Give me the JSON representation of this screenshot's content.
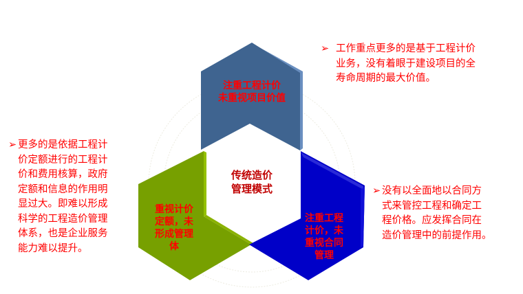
{
  "diagram": {
    "center": {
      "title_line1": "传统造价",
      "title_line2": "管理模式"
    },
    "segments": [
      {
        "id": "top",
        "color": "#3f6490",
        "lines": [
          "注重工程计价",
          "未重视项目价值"
        ]
      },
      {
        "id": "bottom-left",
        "color": "#77a000",
        "lines": [
          "重视计价",
          "定额，未",
          "形成管理",
          "体"
        ]
      },
      {
        "id": "bottom-right",
        "color": "#0000c8",
        "lines": [
          "注重工程",
          "计价，未",
          "重视合同",
          "管理"
        ]
      }
    ],
    "notes": [
      {
        "id": "top-right",
        "bullet": "➢",
        "lines": [
          "工作重点更多的是基于工程计价",
          "业务，没有着眼于建设项目的全",
          "寿命周期的最大价值。"
        ]
      },
      {
        "id": "left",
        "bullet": "➢",
        "lines": [
          "更多的是依据工程计",
          "价定额进行的工程计",
          "价和费用核算，政府",
          "定额和信息的作用明",
          "显过大。即难以形成",
          "科学的工程造价管理",
          "体系，也是企业服务",
          "能力难以提升。"
        ]
      },
      {
        "id": "right",
        "bullet": "➢",
        "lines": [
          "没有以全面地以合同方",
          "式来管控工程和确定工",
          "程价格。应发挥合同在",
          "造价管理中的前提作用。"
        ]
      }
    ],
    "text_color": "#ff0000",
    "center_text_color": "#c00000"
  }
}
